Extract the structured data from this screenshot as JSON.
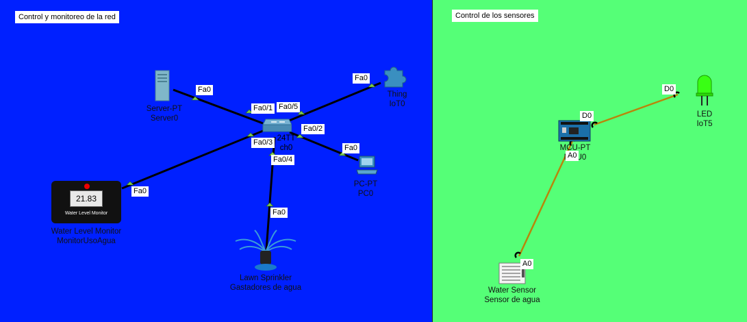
{
  "areas": {
    "network": {
      "title": "Control y monitoreo de la red",
      "color": "#0020ff"
    },
    "sensors": {
      "title": "Control de los sensores",
      "color": "#55ff77"
    }
  },
  "devices": {
    "server": {
      "model": "Server-PT",
      "name": "Server0",
      "icon": "server-icon"
    },
    "thing": {
      "model": "Thing",
      "name": "IoT0",
      "icon": "puzzle-icon"
    },
    "switch": {
      "model": "24TT",
      "name": "ch0",
      "icon": "switch-icon"
    },
    "pc": {
      "model": "PC-PT",
      "name": "PC0",
      "icon": "pc-icon"
    },
    "monitor": {
      "model": "Water Level Monitor",
      "name": "MonitorUsoAgua",
      "icon": "water-level-monitor-icon",
      "reading": "21.83",
      "panel_text": "Water Level Monitor"
    },
    "sprinkler": {
      "model": "Lawn Sprinkler",
      "name": "Gastadores de agua",
      "icon": "sprinkler-icon"
    },
    "mcu": {
      "model": "MCU-PT",
      "name": "MCU0",
      "icon": "mcu-board-icon"
    },
    "led": {
      "model": "LED",
      "name": "IoT5",
      "icon": "led-icon"
    },
    "water_sensor": {
      "model": "Water Sensor",
      "name": "Sensor de agua",
      "icon": "water-sensor-icon"
    }
  },
  "ports": {
    "server_fa0": "Fa0",
    "sw_fa0_1": "Fa0/1",
    "sw_fa0_5": "Fa0/5",
    "thing_fa0": "Fa0",
    "sw_fa0_2": "Fa0/2",
    "pc_fa0": "Fa0",
    "sw_fa0_3": "Fa0/3",
    "monitor_fa0": "Fa0",
    "sw_fa0_4": "Fa0/4",
    "sprinkler_fa0": "Fa0",
    "mcu_d0": "D0",
    "led_d0": "D0",
    "mcu_a0": "A0",
    "sensor_a0": "A0"
  },
  "colors": {
    "ethernet_link": "#000000",
    "iot_link": "#b8860b",
    "port_up": "#7ec850",
    "led_green": "#39ff14"
  }
}
